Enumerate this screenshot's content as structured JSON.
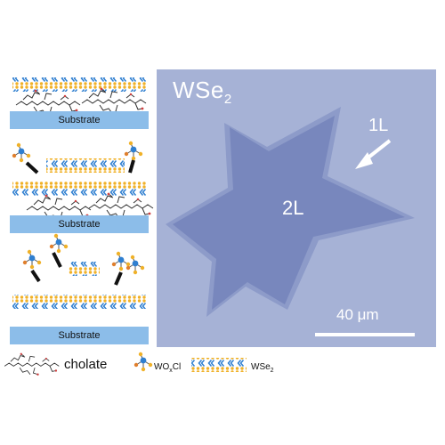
{
  "figure": {
    "substrate_label": "Substrate",
    "micrograph": {
      "title": "WSe",
      "title_subscript": "2",
      "label_monolayer": "1L",
      "label_bilayer": "2L",
      "scale_bar_label": "40 μm"
    },
    "legend": {
      "cholate": "cholate",
      "wo_label": "WO",
      "wo_sub": "x",
      "wo_suffix": "Cl",
      "wse2_label": "WSe",
      "wse2_sub": "2"
    },
    "colors": {
      "substrate": "#8cbde9",
      "micrograph_bg": "#a6b2d6",
      "flake_1l": "#8d9bc9",
      "flake_2l": "#7887bd",
      "tungsten_atom": "#2f7fd0",
      "selenium_atom": "#f0b128",
      "cl_atom": "#e07f2c"
    }
  }
}
